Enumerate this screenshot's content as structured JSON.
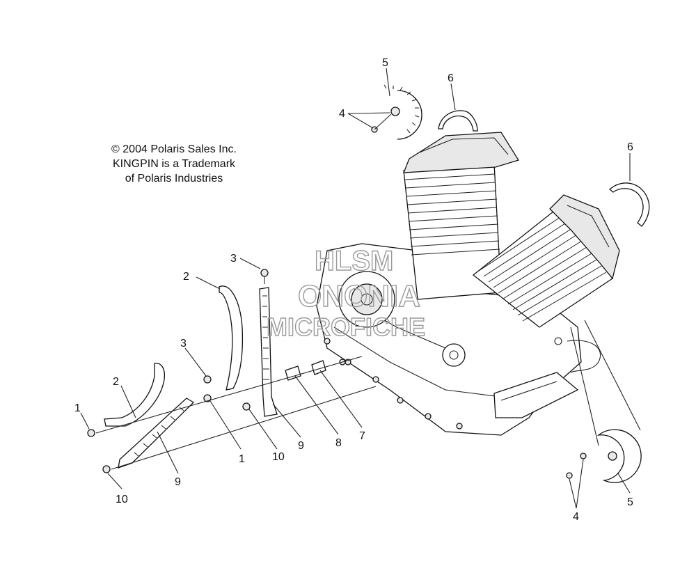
{
  "copyright": {
    "line1": "© 2004 Polaris Sales Inc.",
    "line2": "KINGPIN is a Trademark",
    "line3": "of Polaris Industries"
  },
  "watermark": {
    "line1": "HLSM",
    "line2": "ONONIA",
    "line3": "MICROFICHE"
  },
  "callouts": {
    "c1a": "1",
    "c1b": "1",
    "c2a": "2",
    "c2b": "2",
    "c3a": "3",
    "c3b": "3",
    "c4a": "4",
    "c4b": "4",
    "c5a": "5",
    "c5b": "5",
    "c6a": "6",
    "c6b": "6",
    "c7": "7",
    "c8": "8",
    "c9a": "9",
    "c9b": "9",
    "c10a": "10",
    "c10b": "10"
  }
}
